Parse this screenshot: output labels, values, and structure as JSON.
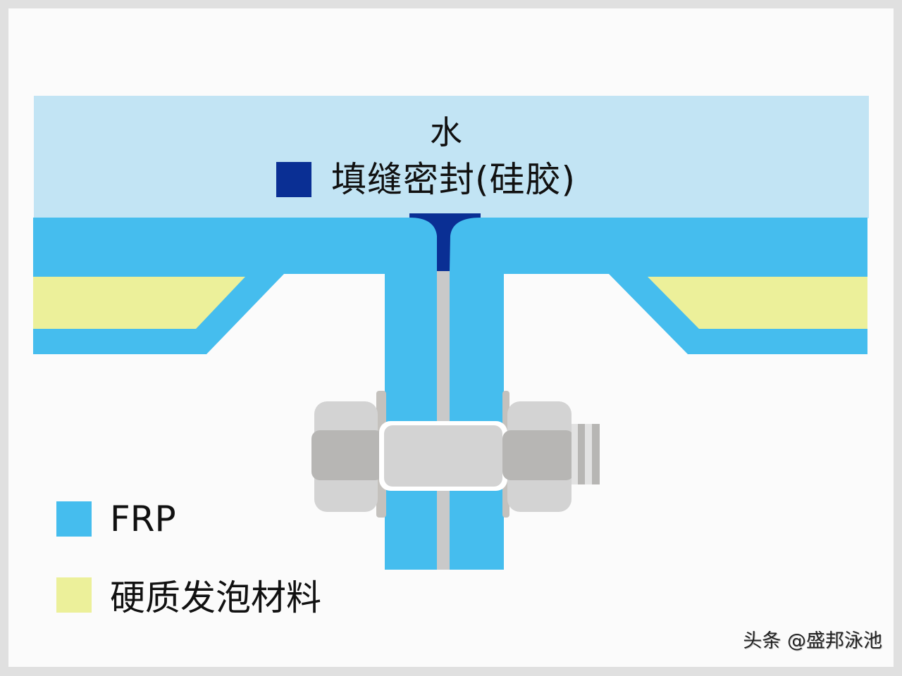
{
  "diagram": {
    "title_label": "水",
    "seal_legend": {
      "label": "填缝密封(硅胶)",
      "color": "#0a2f94"
    },
    "legend": [
      {
        "label": "FRP",
        "color": "#45bdee"
      },
      {
        "label": "硬质发泡材料",
        "color": "#ecf09a"
      }
    ],
    "colors": {
      "water": "#c2e4f4",
      "frp": "#45bdee",
      "foam": "#ecf09a",
      "seal": "#0a2f94",
      "gasket": "#c9c9c9",
      "nut_light": "#d3d3d3",
      "nut_dark": "#b7b6b4",
      "washer": "#c4c1bd",
      "background": "#fbfbfb"
    },
    "components": [
      "water",
      "frp-panel-left",
      "frp-panel-right",
      "foam-core-left",
      "foam-core-right",
      "flange-left",
      "flange-right",
      "sealant",
      "gasket",
      "bolt",
      "nut-left",
      "nut-right"
    ]
  },
  "watermark": "头条 @盛邦泳池"
}
